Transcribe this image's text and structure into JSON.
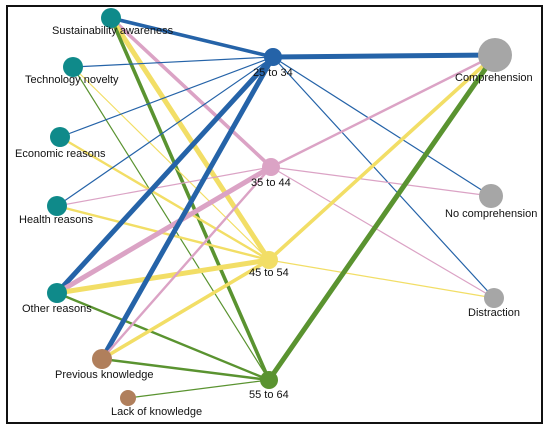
{
  "colors": {
    "blue": "#2563a8",
    "pink": "#dba3c5",
    "yellow": "#f2de66",
    "green": "#5a9330",
    "teal": "#0f8a8a",
    "brown": "#b07f5c",
    "gray": "#a6a6a6"
  },
  "nodes": {
    "sustainability": "Sustainability awareness",
    "technology": "Technology novelty",
    "economic": "Economic reasons",
    "health": "Health reasons",
    "other": "Other reasons",
    "previous": "Previous knowledge",
    "lack": "Lack of knowledge",
    "age25": "25 to 34",
    "age35": "35 to 44",
    "age45": "45 to 54",
    "age55": "55 to 64",
    "comprehension": "Comprehension",
    "nocomprehension": "No comprehension",
    "distraction": "Distraction"
  },
  "links": [
    {
      "from": "sustainability",
      "to": "age25",
      "color": "blue",
      "weight": 3
    },
    {
      "from": "sustainability",
      "to": "age35",
      "color": "pink",
      "weight": 3
    },
    {
      "from": "sustainability",
      "to": "age45",
      "color": "yellow",
      "weight": 4
    },
    {
      "from": "sustainability",
      "to": "age55",
      "color": "green",
      "weight": 3
    },
    {
      "from": "technology",
      "to": "age25",
      "color": "blue",
      "weight": 1
    },
    {
      "from": "technology",
      "to": "age45",
      "color": "yellow",
      "weight": 1
    },
    {
      "from": "technology",
      "to": "age55",
      "color": "green",
      "weight": 1
    },
    {
      "from": "economic",
      "to": "age25",
      "color": "blue",
      "weight": 1
    },
    {
      "from": "economic",
      "to": "age45",
      "color": "yellow",
      "weight": 2
    },
    {
      "from": "health",
      "to": "age25",
      "color": "blue",
      "weight": 1
    },
    {
      "from": "health",
      "to": "age35",
      "color": "pink",
      "weight": 1
    },
    {
      "from": "health",
      "to": "age45",
      "color": "yellow",
      "weight": 2
    },
    {
      "from": "other",
      "to": "age25",
      "color": "blue",
      "weight": 4
    },
    {
      "from": "other",
      "to": "age35",
      "color": "pink",
      "weight": 4
    },
    {
      "from": "other",
      "to": "age45",
      "color": "yellow",
      "weight": 4
    },
    {
      "from": "other",
      "to": "age55",
      "color": "green",
      "weight": 2
    },
    {
      "from": "previous",
      "to": "age25",
      "color": "blue",
      "weight": 4
    },
    {
      "from": "previous",
      "to": "age35",
      "color": "pink",
      "weight": 2
    },
    {
      "from": "previous",
      "to": "age45",
      "color": "yellow",
      "weight": 3
    },
    {
      "from": "previous",
      "to": "age55",
      "color": "green",
      "weight": 2
    },
    {
      "from": "lack",
      "to": "age55",
      "color": "green",
      "weight": 1
    },
    {
      "from": "age25",
      "to": "comprehension",
      "color": "blue",
      "weight": 4
    },
    {
      "from": "age25",
      "to": "nocomprehension",
      "color": "blue",
      "weight": 1
    },
    {
      "from": "age25",
      "to": "distraction",
      "color": "blue",
      "weight": 1
    },
    {
      "from": "age35",
      "to": "comprehension",
      "color": "pink",
      "weight": 2
    },
    {
      "from": "age35",
      "to": "nocomprehension",
      "color": "pink",
      "weight": 1
    },
    {
      "from": "age35",
      "to": "distraction",
      "color": "pink",
      "weight": 1
    },
    {
      "from": "age45",
      "to": "comprehension",
      "color": "yellow",
      "weight": 3
    },
    {
      "from": "age45",
      "to": "distraction",
      "color": "yellow",
      "weight": 1
    },
    {
      "from": "age55",
      "to": "comprehension",
      "color": "green",
      "weight": 4
    }
  ]
}
